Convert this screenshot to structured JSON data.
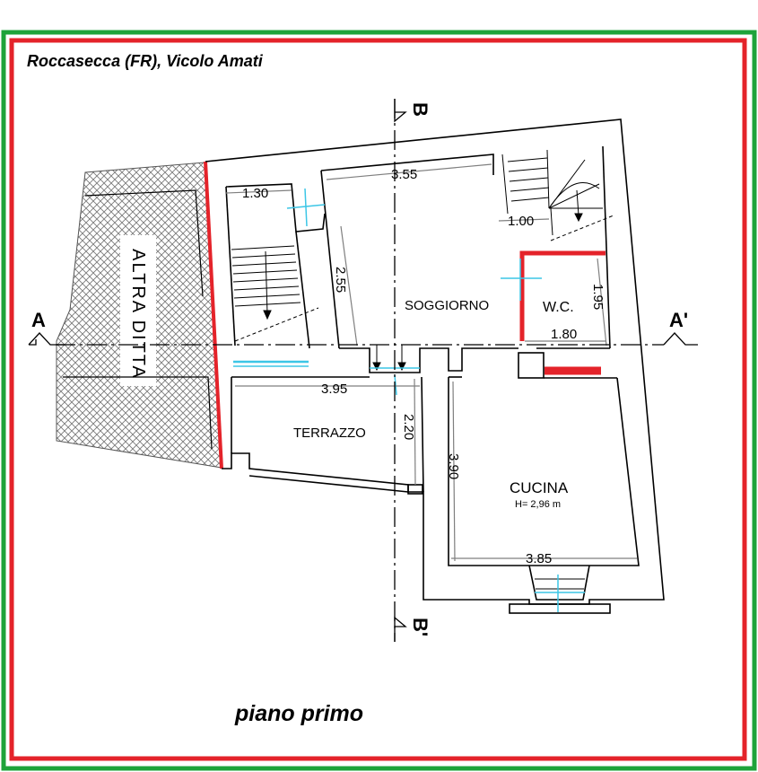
{
  "header": {
    "location": "Roccasecca (FR), Vicolo Amati"
  },
  "footer": {
    "floor_name": "piano primo"
  },
  "rooms": {
    "neighbor": "ALTRA DITTA",
    "living": "SOGGIORNO",
    "wc": "W.C.",
    "terrace": "TERRAZZO",
    "kitchen": "CUCINA",
    "kitchen_height": "H= 2,96 m"
  },
  "sections": {
    "a_left": "A",
    "a_right": "A'",
    "b_top": "B",
    "b_bottom": "B'"
  },
  "dimensions": {
    "stair_width": "1.30",
    "living_width": "3.55",
    "upper_stair": "1.00",
    "living_depth": "2.55",
    "wc_depth": "1.95",
    "wc_width": "1.80",
    "terrace_width": "3.95",
    "terrace_depth": "2.20",
    "kitchen_depth": "3.90",
    "kitchen_width": "3.85"
  },
  "colors": {
    "outer_border": "#1ea33a",
    "inner_border": "#e4232a",
    "walls": "#000000",
    "demolition": "#e4232a",
    "windows": "#3cc6e6",
    "dimension_lines": "#7f7f7f"
  }
}
